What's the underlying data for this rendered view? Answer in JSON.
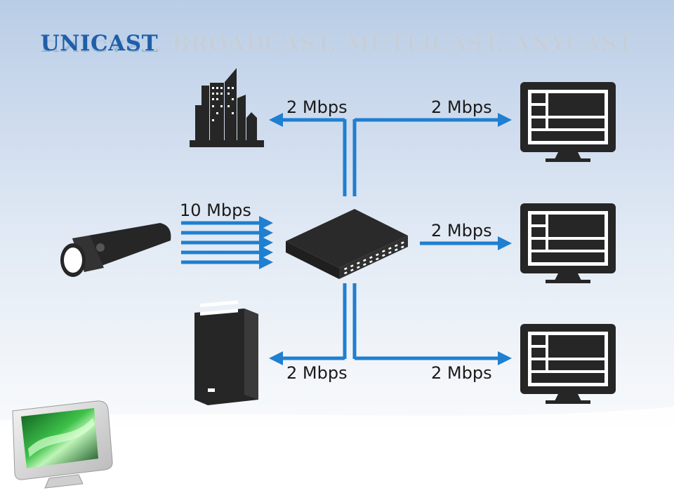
{
  "title": {
    "highlighted": "UNICAST",
    "rest": ", BROADCAST, MUTLICAST, ANYCAST"
  },
  "colors": {
    "accent_blue": "#1f7fd0",
    "title_blue": "#1f5fa8",
    "icon_dark": "#262626"
  },
  "diagram": {
    "camera": {
      "icon": "ip-camera-icon",
      "label": "10 Mbps"
    },
    "switch": {
      "icon": "network-switch-icon"
    },
    "building": {
      "icon": "office-building-icon",
      "label": "2 Mbps"
    },
    "server": {
      "icon": "server-tower-icon",
      "label": "2 Mbps"
    },
    "monitors": [
      {
        "icon": "monitor-icon",
        "label": "2 Mbps"
      },
      {
        "icon": "monitor-icon",
        "label": "2 Mbps"
      },
      {
        "icon": "monitor-icon",
        "label": "2 Mbps"
      }
    ]
  },
  "corner_logo": {
    "icon": "computer-monitor-logo-icon"
  }
}
